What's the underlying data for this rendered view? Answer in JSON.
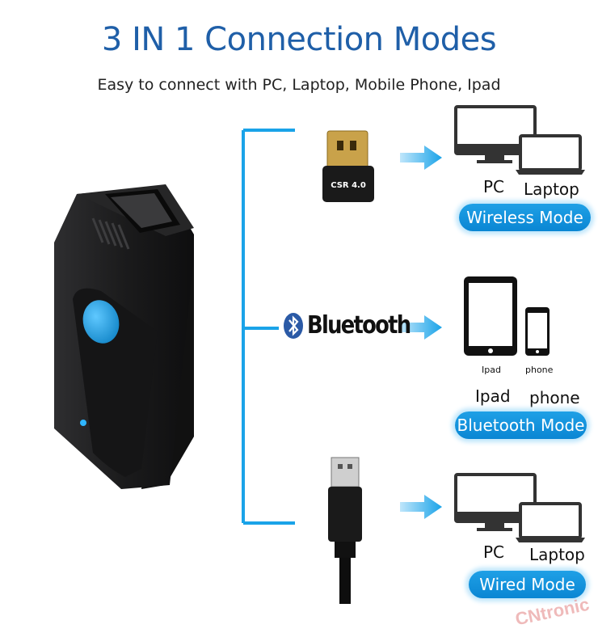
{
  "header": {
    "title": "3 IN 1 Connection Modes",
    "subtitle": "Easy to connect with PC, Laptop, Mobile Phone, Ipad"
  },
  "device": {
    "icon": "barcode-scanner-icon",
    "accent_color": "#1aa3e8"
  },
  "modes": [
    {
      "connector_icon": "usb-dongle-icon",
      "connector_text": "CSR 4.0",
      "targets": [
        "PC",
        "Laptop"
      ],
      "mode_label": "Wireless Mode"
    },
    {
      "connector_icon": "bluetooth-icon",
      "connector_text": "Bluetooth",
      "targets": [
        "Ipad",
        "phone"
      ],
      "target_captions": [
        "Ipad",
        "phone"
      ],
      "mode_label": "Bluetooth Mode"
    },
    {
      "connector_icon": "usb-cable-icon",
      "targets": [
        "PC",
        "Laptop"
      ],
      "mode_label": "Wired Mode"
    }
  ],
  "watermark": "CNtronic",
  "colors": {
    "title": "#1f5fa8",
    "pill": "#0a86d3",
    "bracket": "#1aa3e8"
  }
}
